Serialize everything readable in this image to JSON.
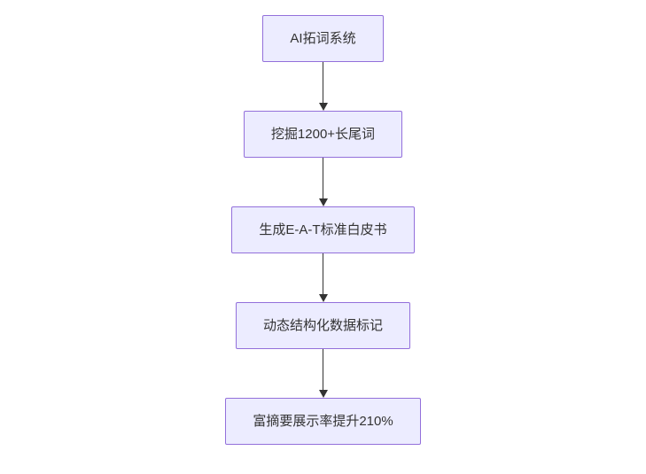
{
  "diagram": {
    "type": "flowchart",
    "direction": "top-down",
    "node_fill_color": "#ECECFF",
    "node_border_color": "#9370DB",
    "arrow_color": "#333333",
    "text_color": "#333333",
    "nodes": [
      {
        "id": "node-1",
        "label": "AI拓词系统"
      },
      {
        "id": "node-2",
        "label": "挖掘1200+长尾词"
      },
      {
        "id": "node-3",
        "label": "生成E-A-T标准白皮书"
      },
      {
        "id": "node-4",
        "label": "动态结构化数据标记"
      },
      {
        "id": "node-5",
        "label": "富摘要展示率提升210%"
      }
    ],
    "edges": [
      {
        "from": "node-1",
        "to": "node-2"
      },
      {
        "from": "node-2",
        "to": "node-3"
      },
      {
        "from": "node-3",
        "to": "node-4"
      },
      {
        "from": "node-4",
        "to": "node-5"
      }
    ]
  }
}
